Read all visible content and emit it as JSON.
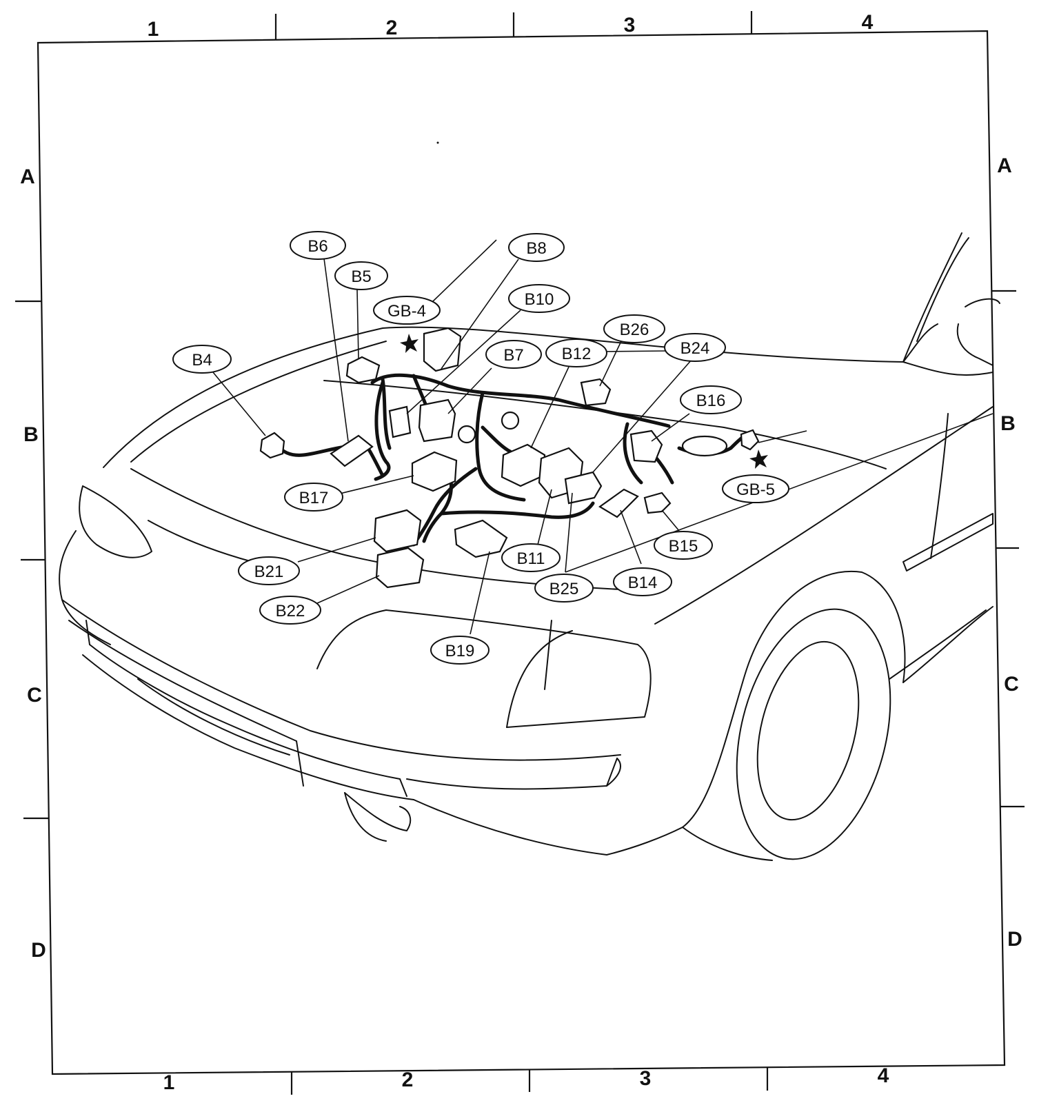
{
  "grid": {
    "columns": [
      "1",
      "2",
      "3",
      "4"
    ],
    "rows": [
      "A",
      "B",
      "C",
      "D"
    ]
  },
  "callouts": [
    {
      "id": "B4",
      "label": "B4"
    },
    {
      "id": "B5",
      "label": "B5"
    },
    {
      "id": "B6",
      "label": "B6"
    },
    {
      "id": "GB-4",
      "label": "GB-4"
    },
    {
      "id": "B8",
      "label": "B8"
    },
    {
      "id": "B10",
      "label": "B10"
    },
    {
      "id": "B7",
      "label": "B7"
    },
    {
      "id": "B12",
      "label": "B12"
    },
    {
      "id": "B26",
      "label": "B26"
    },
    {
      "id": "B24",
      "label": "B24"
    },
    {
      "id": "B16",
      "label": "B16"
    },
    {
      "id": "GB-5",
      "label": "GB-5"
    },
    {
      "id": "B17",
      "label": "B17"
    },
    {
      "id": "B21",
      "label": "B21"
    },
    {
      "id": "B22",
      "label": "B22"
    },
    {
      "id": "B19",
      "label": "B19"
    },
    {
      "id": "B11",
      "label": "B11"
    },
    {
      "id": "B25",
      "label": "B25"
    },
    {
      "id": "B14",
      "label": "B14"
    },
    {
      "id": "B15",
      "label": "B15"
    }
  ]
}
